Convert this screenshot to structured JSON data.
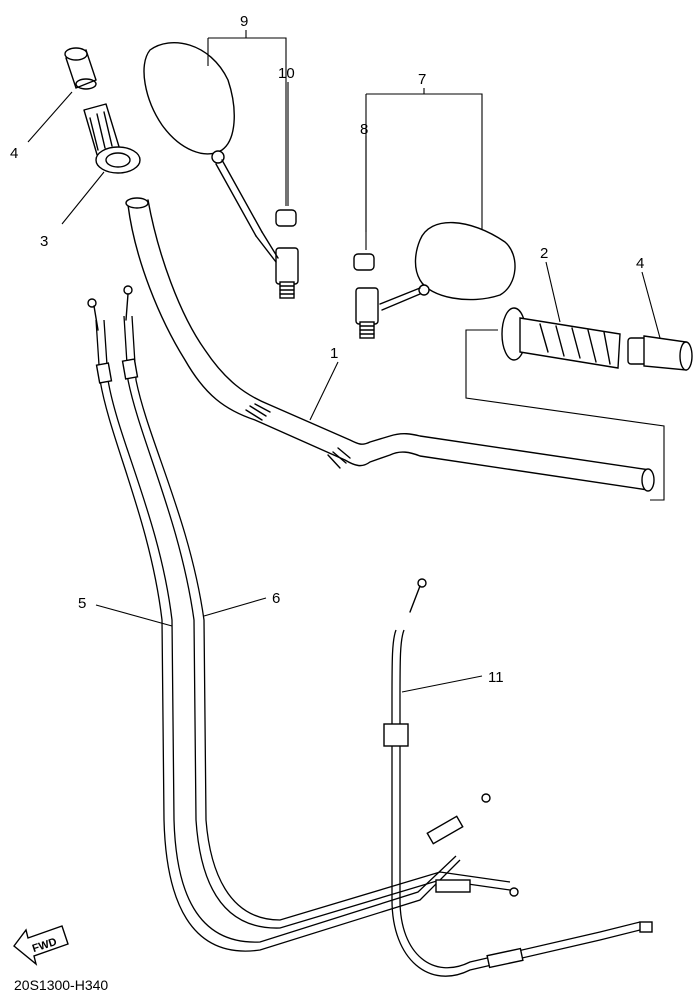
{
  "diagram": {
    "callouts": {
      "c1": "1",
      "c2": "2",
      "c3": "3",
      "c4a": "4",
      "c4b": "4",
      "c5": "5",
      "c6": "6",
      "c7": "7",
      "c8": "8",
      "c9": "9",
      "c10": "10",
      "c11": "11"
    },
    "fwd_label": "FWD",
    "diagram_code": "20S1300-H340"
  }
}
